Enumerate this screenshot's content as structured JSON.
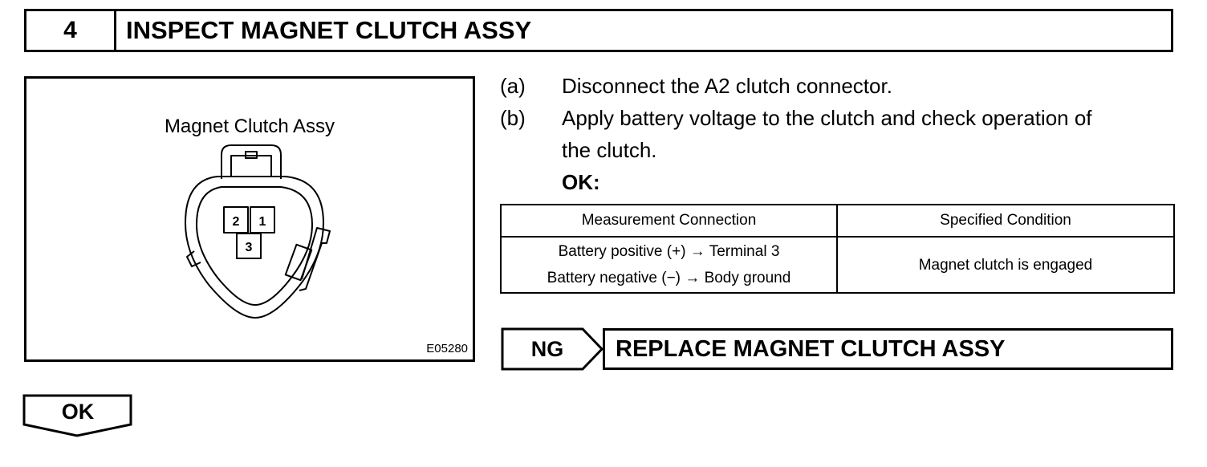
{
  "step": {
    "number": "4",
    "title": "INSPECT MAGNET CLUTCH ASSY"
  },
  "figure": {
    "caption": "Magnet Clutch Assy",
    "code": "E05280",
    "pins": [
      "2",
      "1",
      "3"
    ]
  },
  "instructions": [
    {
      "letter": "(a)",
      "text": "Disconnect the A2 clutch connector."
    },
    {
      "letter": "(b)",
      "text_line1": "Apply battery voltage to the clutch and check operation of",
      "text_line2": "the clutch."
    }
  ],
  "ok_label": "OK:",
  "spec_table": {
    "headers": [
      "Measurement Connection",
      "Specified Condition"
    ],
    "rows": [
      {
        "connection_line1": "Battery positive (+) → Terminal 3",
        "connection_line2": "Battery negative (−) → Body ground",
        "condition": "Magnet clutch is engaged"
      }
    ]
  },
  "ng_result": {
    "label": "NG",
    "action": "REPLACE MAGNET CLUTCH ASSY"
  },
  "ok_result": {
    "label": "OK"
  }
}
